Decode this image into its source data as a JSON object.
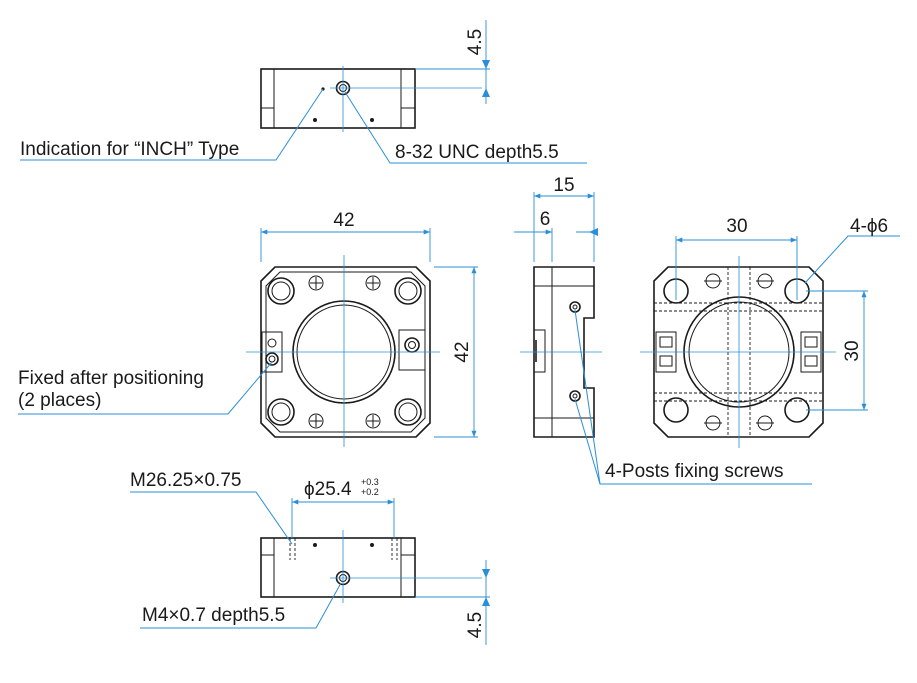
{
  "labels": {
    "dim_top_45": "4.5",
    "indication": "Indication for “INCH” Type",
    "thread_top": "8-32 UNC depth5.5",
    "dim_42_w": "42",
    "dim_42_h": "42",
    "dim_15": "15",
    "dim_6": "6",
    "dim_30_w": "30",
    "dim_30_h": "30",
    "holes": "4-ϕ6",
    "fixed_line1": "Fixed after positioning",
    "fixed_line2": "(2 places)",
    "posts": "4-Posts fixing screws",
    "thread_m26": "M26.25×0.75",
    "phi_main": "ϕ25.4",
    "tol_upper": "+0.3",
    "tol_lower": "+0.2",
    "thread_m4": "M4×0.7 depth5.5",
    "dim_bottom_45": "4.5"
  },
  "colors": {
    "part_line": "#1a1a1a",
    "dimension_line": "#2a8fd6",
    "background": "#ffffff"
  }
}
